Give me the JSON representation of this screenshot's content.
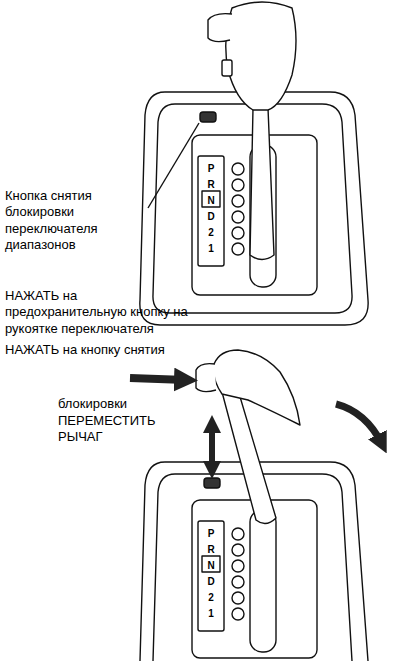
{
  "diagram": {
    "labels": [
      "Кнопка снятия блокировки переключателя диапазонов",
      "P",
      "R",
      "N",
      "D",
      "2",
      "1",
      "НАЖАТЬ на предохранительную кнопку на рукоятке переключателя",
      "НАЖАТЬ на кнопку снятия",
      "блокировки",
      "ПЕРЕМЕСТИТЬ РЫЧАГ",
      "P",
      "R",
      "N",
      "D",
      "2",
      "1"
    ]
  }
}
